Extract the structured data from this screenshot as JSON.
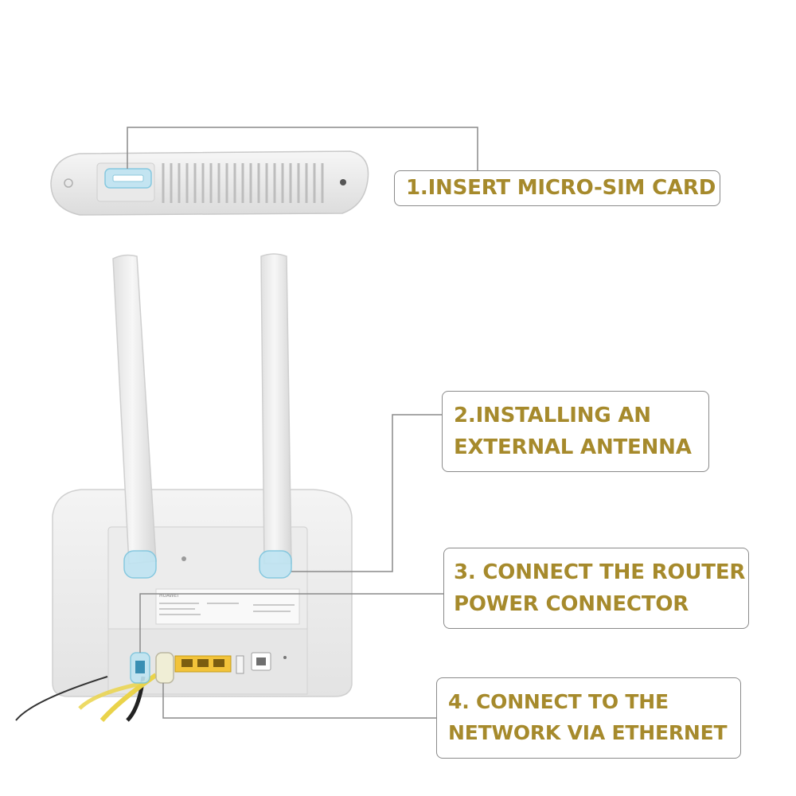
{
  "steps": {
    "step1": {
      "label": "1.INSERT MICRO-SIM CARD"
    },
    "step2": {
      "line1": "2.INSTALLING AN",
      "line2": "EXTERNAL ANTENNA"
    },
    "step3": {
      "line1": "3. CONNECT THE ROUTER",
      "line2": "POWER CONNECTOR"
    },
    "step4": {
      "line1": "4. CONNECT TO THE",
      "line2": "NETWORK VIA ETHERNET"
    }
  },
  "router_label": {
    "brand": "HUAWEI"
  },
  "colors": {
    "label_text": "#a68a2c",
    "callout_border": "#8a8a8a",
    "highlight": "#bfe4f2",
    "lan_port": "#f2c33a",
    "cable_yellow": "#ead34a"
  },
  "icons": [
    "sim-slot-highlight-icon",
    "antenna-connector-highlight-icon",
    "power-port-highlight-icon",
    "ethernet-port-highlight-icon"
  ]
}
